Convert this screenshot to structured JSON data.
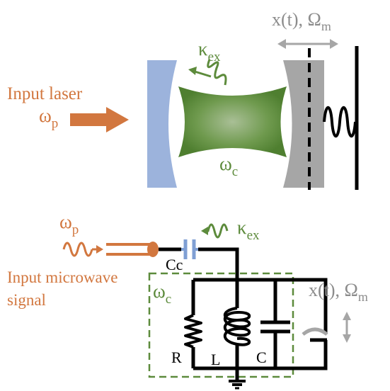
{
  "top_panel": {
    "input_laser_line1": "Input laser",
    "input_freq_base": "ω",
    "input_freq_sub": "p",
    "kappa_base": "κ",
    "kappa_sub": "ex",
    "cavity_freq_base": "ω",
    "cavity_freq_sub": "c",
    "motion_label_main": "x(t), Ω",
    "motion_label_sub": "m"
  },
  "bottom_panel": {
    "input_freq_base": "ω",
    "input_freq_sub": "p",
    "kappa_base": "κ",
    "kappa_sub": "ex",
    "coupling_cap_label": "Cc",
    "input_signal_line1": "Input microwave",
    "input_signal_line2": "signal",
    "cavity_freq_base": "ω",
    "cavity_freq_sub": "c",
    "resistor_label": "R",
    "inductor_label": "L",
    "capacitor_label": "C",
    "motion_label_main": "x(t), Ω",
    "motion_label_sub": "m"
  },
  "colors": {
    "orange": "#d2773f",
    "green": "#5d8b3c",
    "blue_mirror": "#9cb3dc",
    "gray_mirror": "#a6a6a6",
    "gray_text": "#8c8c8c",
    "black": "#000000"
  }
}
